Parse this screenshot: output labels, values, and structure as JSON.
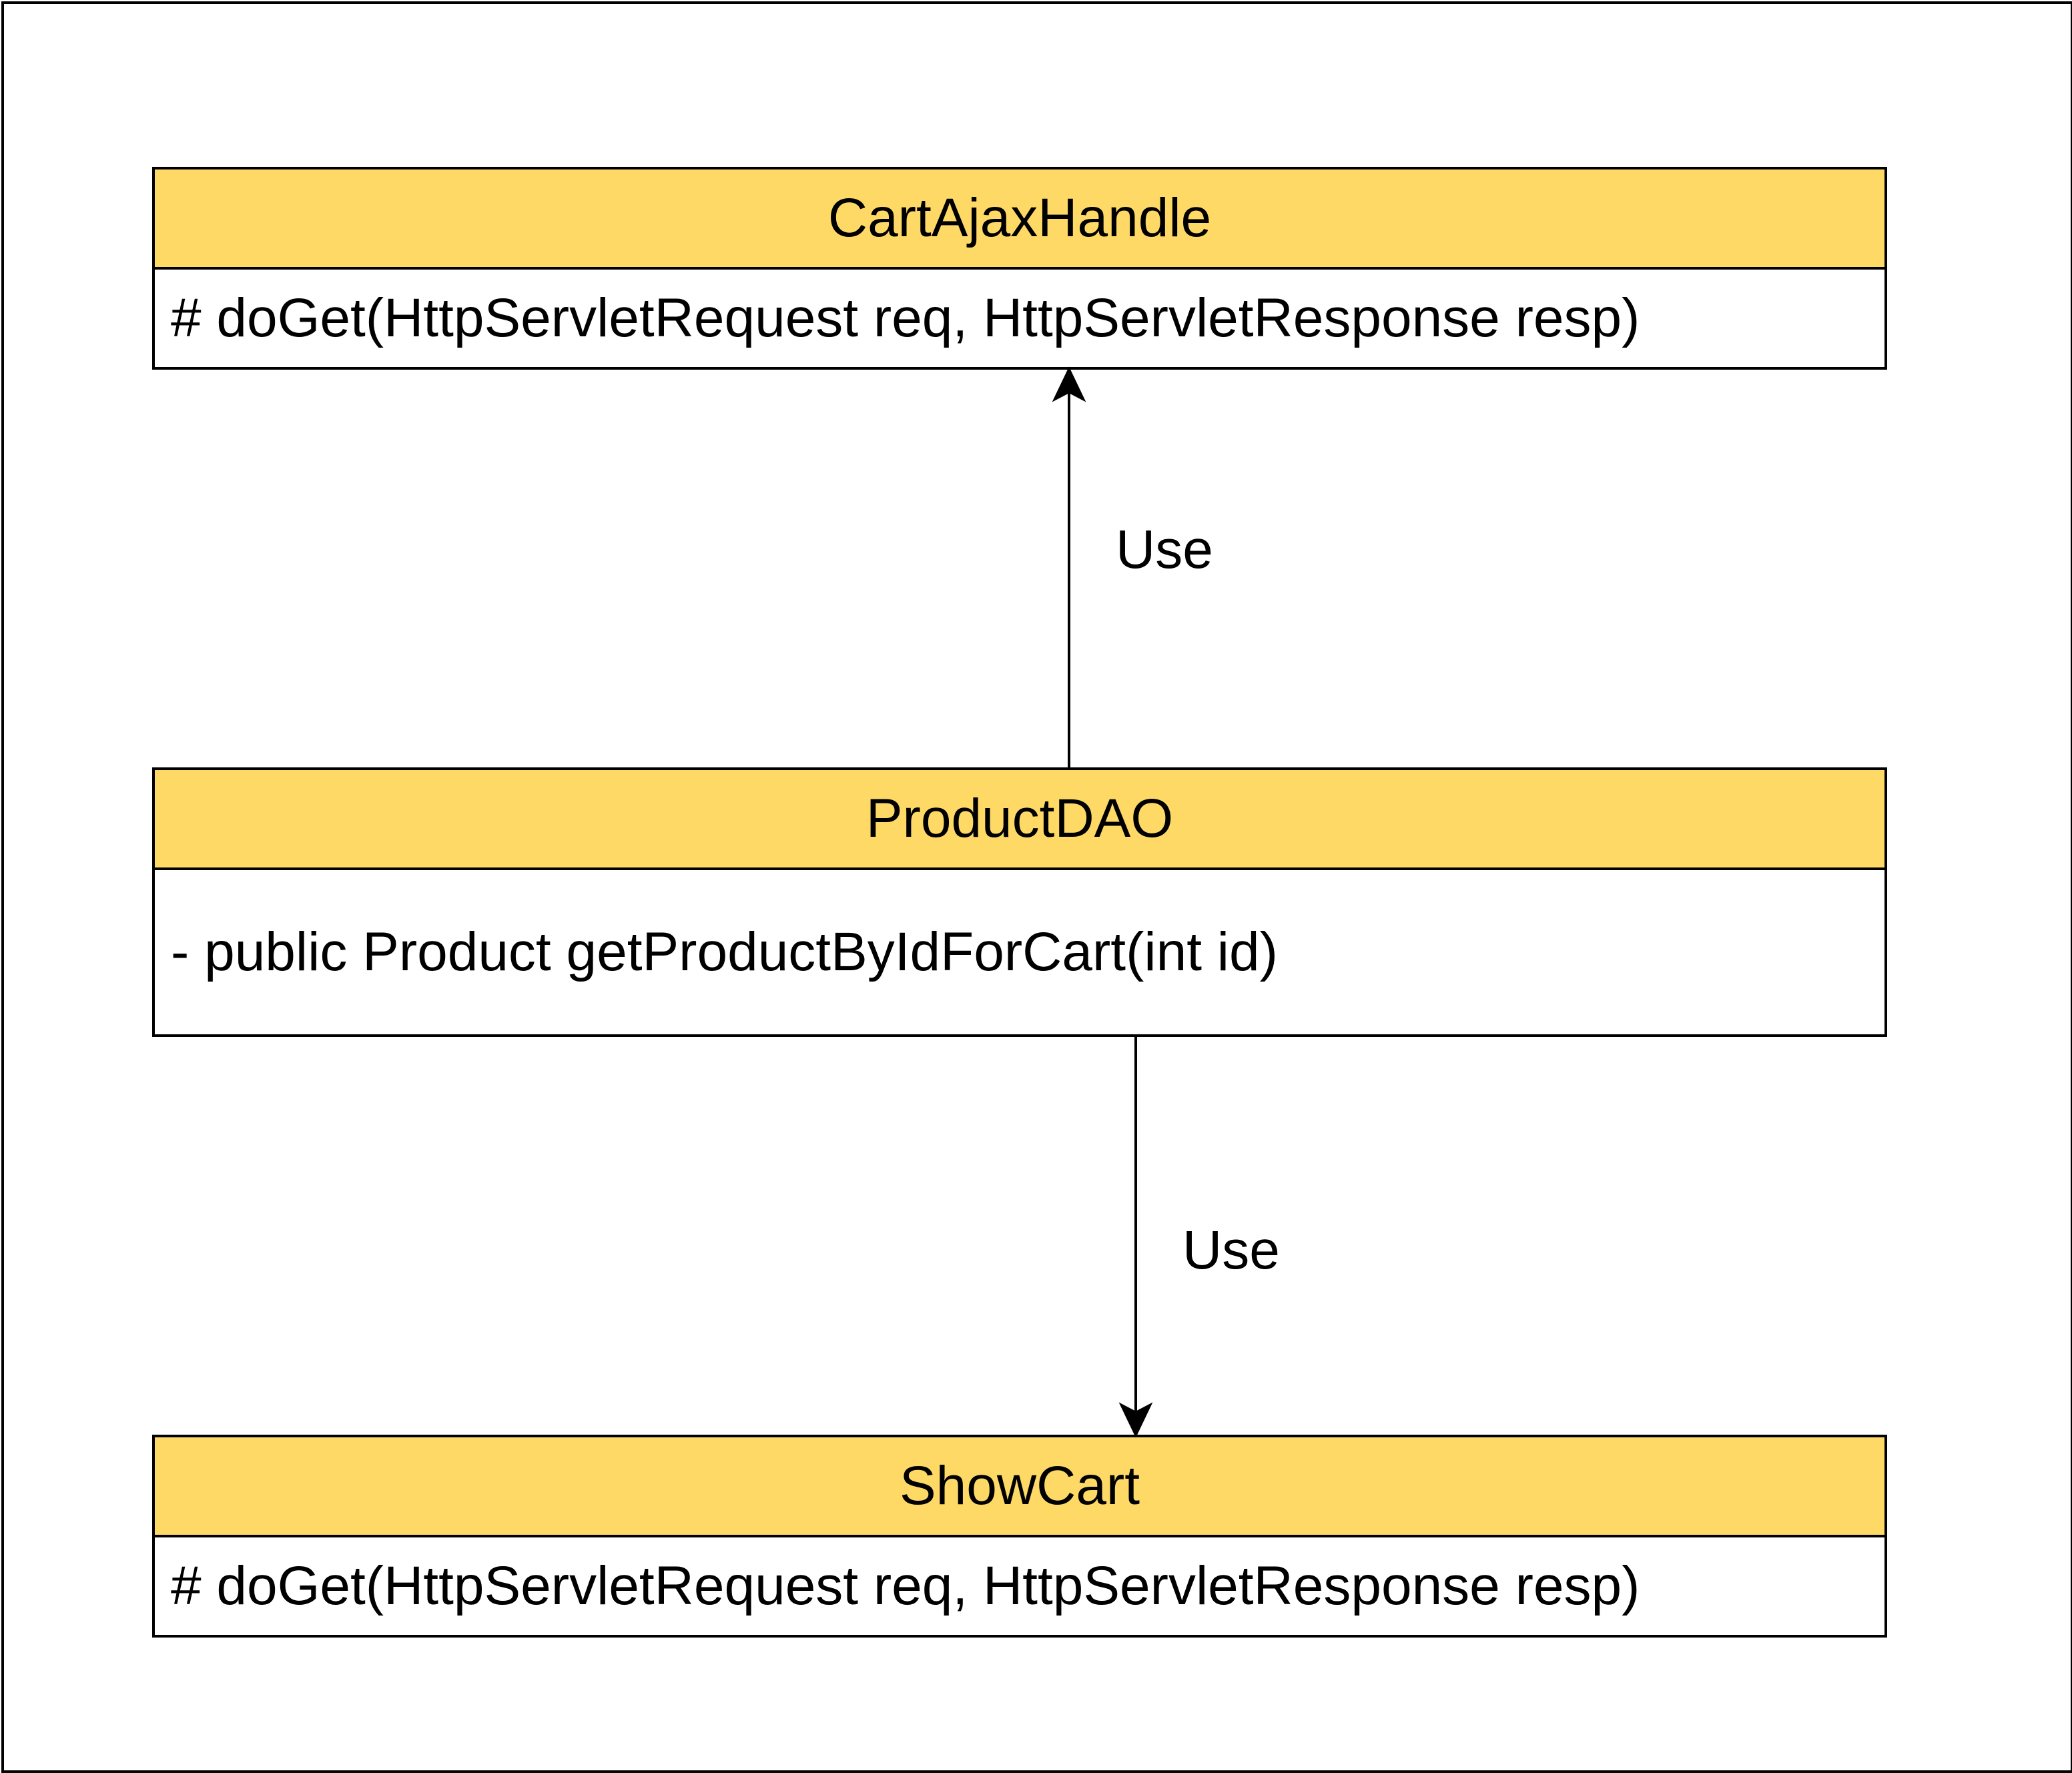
{
  "diagram": {
    "colors": {
      "header_fill": "#FFD966",
      "line": "#000000",
      "background": "#FFFFFF"
    },
    "classes": [
      {
        "name": "CartAjaxHandle",
        "members": [
          "# doGet(HttpServletRequest req, HttpServletResponse resp)"
        ]
      },
      {
        "name": "ProductDAO",
        "members": [
          "- public Product getProductByIdForCart(int id)"
        ]
      },
      {
        "name": "ShowCart",
        "members": [
          "# doGet(HttpServletRequest req, HttpServletResponse resp)"
        ]
      }
    ],
    "relations": [
      {
        "from": "ProductDAO",
        "to": "CartAjaxHandle",
        "label": "Use"
      },
      {
        "from": "ProductDAO",
        "to": "ShowCart",
        "label": "Use"
      }
    ]
  }
}
